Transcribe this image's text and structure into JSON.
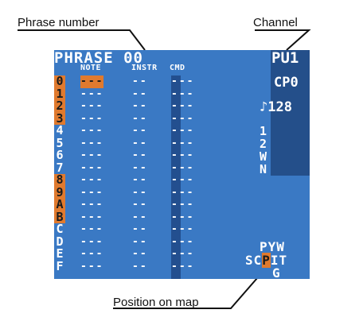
{
  "annotations": {
    "phrase_number": "Phrase number",
    "channel": "Channel",
    "position_on_map": "Position on map"
  },
  "screen": {
    "title": "PHRASE 00",
    "headers": {
      "note": "NOTE",
      "instr": "INSTR",
      "cmd": "CMD"
    },
    "rows": [
      {
        "num": "0",
        "highlight": true,
        "note": "---",
        "instr": "--",
        "cmd": "---"
      },
      {
        "num": "1",
        "highlight": true,
        "note": "---",
        "instr": "--",
        "cmd": "---"
      },
      {
        "num": "2",
        "highlight": true,
        "note": "---",
        "instr": "--",
        "cmd": "---"
      },
      {
        "num": "3",
        "highlight": true,
        "note": "---",
        "instr": "--",
        "cmd": "---"
      },
      {
        "num": "4",
        "highlight": false,
        "note": "---",
        "instr": "--",
        "cmd": "---"
      },
      {
        "num": "5",
        "highlight": false,
        "note": "---",
        "instr": "--",
        "cmd": "---"
      },
      {
        "num": "6",
        "highlight": false,
        "note": "---",
        "instr": "--",
        "cmd": "---"
      },
      {
        "num": "7",
        "highlight": false,
        "note": "---",
        "instr": "--",
        "cmd": "---"
      },
      {
        "num": "8",
        "highlight": true,
        "note": "---",
        "instr": "--",
        "cmd": "---"
      },
      {
        "num": "9",
        "highlight": true,
        "note": "---",
        "instr": "--",
        "cmd": "---"
      },
      {
        "num": "A",
        "highlight": true,
        "note": "---",
        "instr": "--",
        "cmd": "---"
      },
      {
        "num": "B",
        "highlight": true,
        "note": "---",
        "instr": "--",
        "cmd": "---"
      },
      {
        "num": "C",
        "highlight": false,
        "note": "---",
        "instr": "--",
        "cmd": "---"
      },
      {
        "num": "D",
        "highlight": false,
        "note": "---",
        "instr": "--",
        "cmd": "---"
      },
      {
        "num": "E",
        "highlight": false,
        "note": "---",
        "instr": "--",
        "cmd": "---"
      },
      {
        "num": "F",
        "highlight": false,
        "note": "---",
        "instr": "--",
        "cmd": "---"
      }
    ],
    "side": {
      "channel": "PU1",
      "cp": "CP0",
      "tempo": "♪128",
      "v1": "1",
      "v2": "2",
      "vw": "W",
      "vn": "N"
    },
    "map": {
      "row1": "PYW",
      "row2_left": "SC",
      "row2_current": "P",
      "row2_right": "IT",
      "row3": "G"
    }
  },
  "colors": {
    "screen_bg": "#3a79c4",
    "highlight": "#e07a2e",
    "side_bg": "#244f8a",
    "cmd_column": "#234f8f"
  }
}
